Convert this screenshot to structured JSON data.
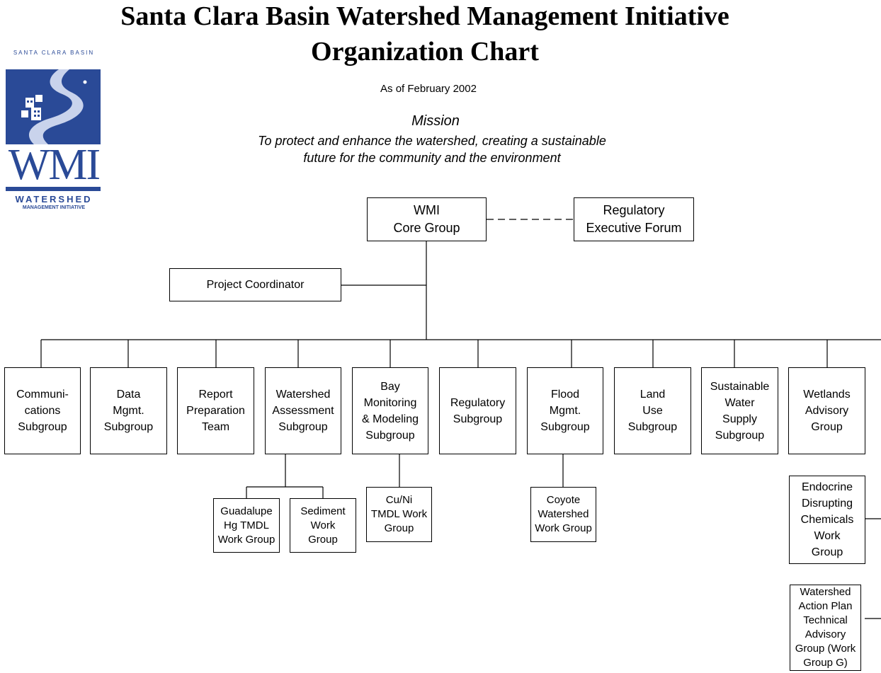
{
  "header": {
    "title_line1": "Santa Clara Basin Watershed Management Initiative",
    "title_line2": "Organization Chart",
    "date": "As of February 2002",
    "mission_heading": "Mission",
    "mission_text": "To protect and enhance the watershed, creating a sustainable\nfuture for  the community and the environment"
  },
  "logo": {
    "top_text": "SANTA CLARA BASIN",
    "wordmark": "WMI",
    "sub_text": "WATERSHED",
    "bottom_text": "MANAGEMENT INITIATIVE",
    "colors": {
      "primary": "#2a4a97",
      "accent": "#8a9fcf"
    }
  },
  "org": {
    "core_group": "WMI\nCore Group",
    "regulatory_forum": "Regulatory\nExecutive Forum",
    "project_coordinator": "Project Coordinator",
    "subgroups": [
      "Communi-\ncations\nSubgroup",
      "Data\nMgmt.\nSubgroup",
      "Report\nPreparation\nTeam",
      "Watershed\nAssessment\nSubgroup",
      "Bay\nMonitoring\n& Modeling\nSubgroup",
      "Regulatory\nSubgroup",
      "Flood\nMgmt.\nSubgroup",
      "Land\nUse\nSubgroup",
      "Sustainable\nWater\nSupply\nSubgroup",
      "Wetlands\nAdvisory\nGroup"
    ],
    "work_groups": {
      "guadalupe": "Guadalupe\nHg TMDL\nWork Group",
      "sediment": "Sediment\nWork\nGroup",
      "cu_ni": "Cu/Ni\nTMDL Work\nGroup",
      "coyote": "Coyote\nWatershed\nWork Group",
      "endocrine": "Endocrine\nDisrupting\nChemicals\nWork\nGroup",
      "action_plan": "Watershed\nAction Plan\nTechnical\nAdvisory\nGroup (Work\nGroup G)"
    }
  }
}
